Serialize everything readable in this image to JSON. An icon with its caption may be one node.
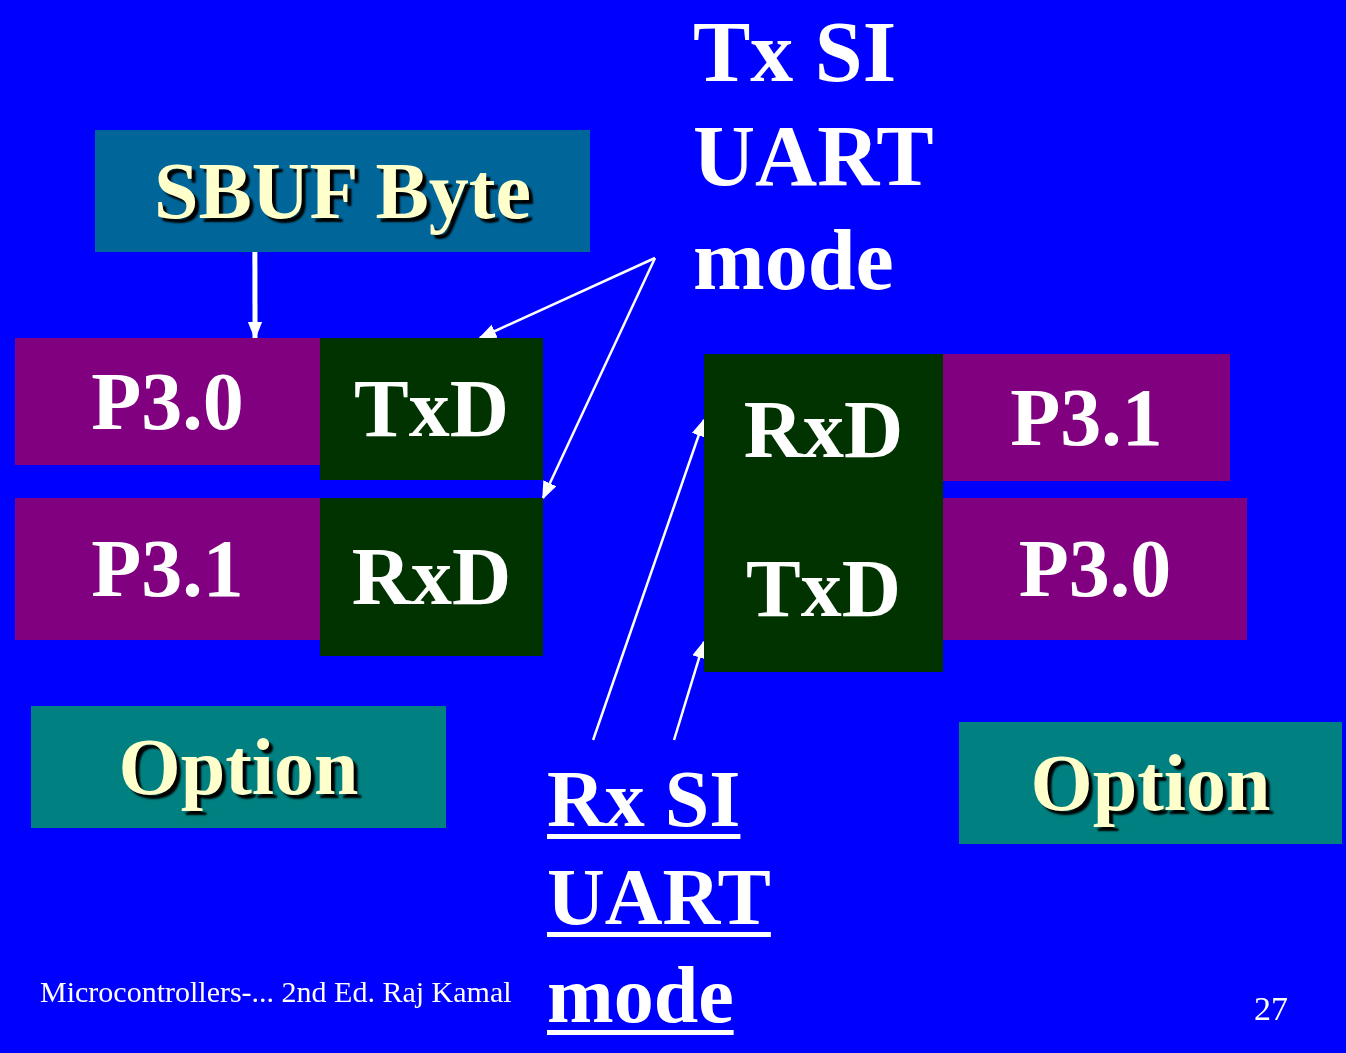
{
  "diagram": {
    "nodes": [
      {
        "text": [
          "SBUF Byte"
        ]
      },
      {
        "text": [
          "P3.0"
        ]
      },
      {
        "text": [
          "TxD"
        ]
      },
      {
        "text": [
          "P3.1"
        ]
      },
      {
        "text": [
          "RxD"
        ]
      },
      {
        "text": [
          "Tx SI UART mode"
        ]
      },
      {
        "text": [
          "RxD"
        ]
      },
      {
        "text": [
          "P3.1"
        ]
      },
      {
        "text": [
          "TxD"
        ]
      },
      {
        "text": [
          "P3.0"
        ]
      },
      {
        "text": [
          "Option"
        ]
      },
      {
        "text": [
          "Rx SI UART mode"
        ]
      },
      {
        "text": [
          "Option"
        ]
      }
    ],
    "edges": [
      {
        "from": 0,
        "to": 1,
        "arrow": "to",
        "style": "thick"
      },
      {
        "from": 5,
        "to": 2,
        "arrow": "to"
      },
      {
        "from": 5,
        "to": 4,
        "arrow": "to"
      },
      {
        "from": 11,
        "to": 6,
        "arrow": "to"
      },
      {
        "from": 11,
        "to": 8,
        "arrow": "to"
      }
    ],
    "labels": [
      "Microcontrollers-... 2nd Ed. Raj Kamal",
      "27"
    ]
  }
}
